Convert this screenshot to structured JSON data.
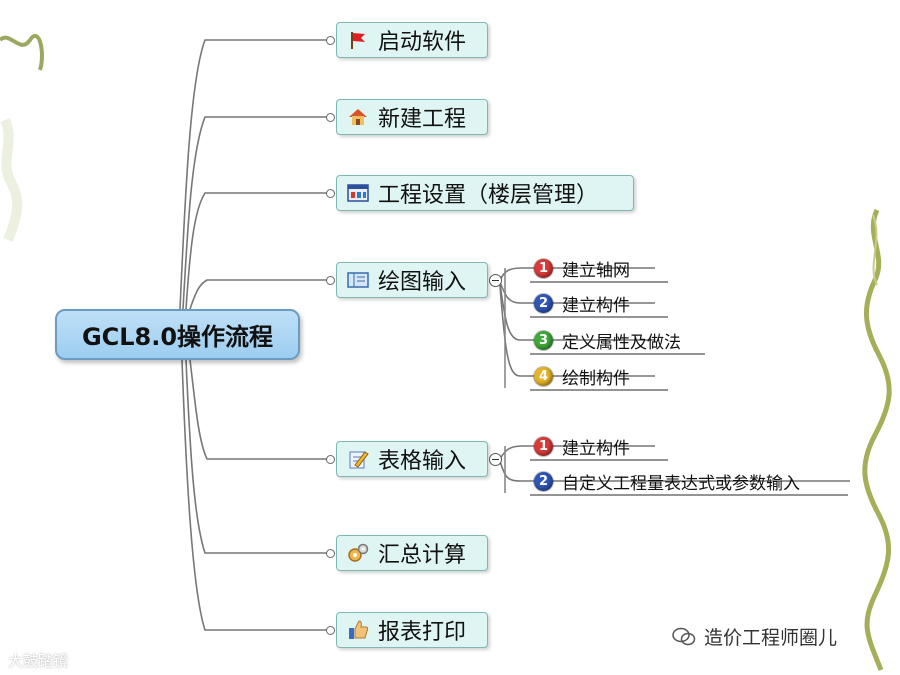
{
  "root": {
    "label": "GCL8.0操作流程"
  },
  "nodes": [
    {
      "label": "启动软件",
      "icon": "red-flag-icon"
    },
    {
      "label": "新建工程",
      "icon": "house-icon"
    },
    {
      "label": "工程设置（楼层管理）",
      "icon": "window-settings-icon"
    },
    {
      "label": "绘图输入",
      "icon": "blueprint-icon",
      "children": [
        {
          "num": "1",
          "label": "建立轴网"
        },
        {
          "num": "2",
          "label": "建立构件"
        },
        {
          "num": "3",
          "label": "定义属性及做法"
        },
        {
          "num": "4",
          "label": "绘制构件"
        }
      ]
    },
    {
      "label": "表格输入",
      "icon": "pencil-paper-icon",
      "children": [
        {
          "num": "1",
          "label": "建立构件"
        },
        {
          "num": "2",
          "label": "自定义工程量表达式或参数输入"
        }
      ]
    },
    {
      "label": "汇总计算",
      "icon": "gears-icon"
    },
    {
      "label": "报表打印",
      "icon": "thumbs-up-icon"
    }
  ],
  "badge_colors": {
    "1": "#d93a3a",
    "2": "#3057b8",
    "3": "#3ea83a",
    "4": "#e5b42a"
  },
  "watermark_left": "大鼓踏镜",
  "watermark_right": "造价工程师圈儿"
}
